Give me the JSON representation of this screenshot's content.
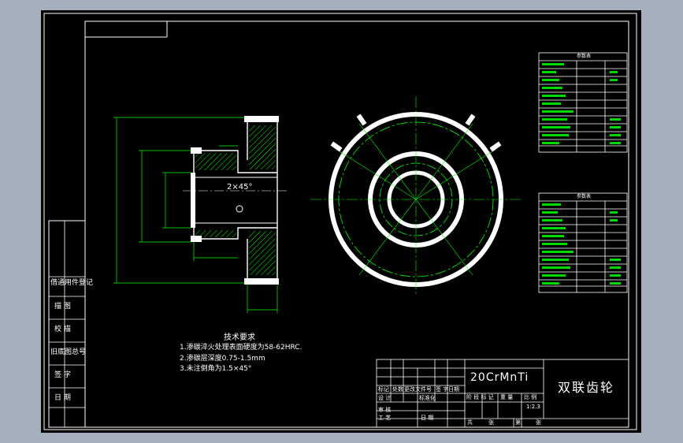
{
  "drawing": {
    "part_name": "双联齿轮",
    "material": "20CrMnTi",
    "chamfer_label": "2×45°",
    "scale": "1:2.3",
    "tech_requirements": {
      "title": "技术要求",
      "items": [
        "1.渗碳淬火处理表面硬度为58-62HRC.",
        "2.渗碳层深度0.75-1.5mm",
        "3.未注倒角为1.5×45°"
      ]
    },
    "side_labels": [
      "借通用件登记",
      "描 图",
      "校 描",
      "旧底图总号",
      "签 字",
      "日 期"
    ],
    "title_block": {
      "row1": [
        "标记",
        "处数",
        "更改文件号",
        "签 字",
        "日期"
      ],
      "row2": [
        "设 计",
        "标准化"
      ],
      "row3": [
        "审 核",
        "工 艺",
        "日 期"
      ],
      "stage_headers": [
        "阶 段 标 记",
        "重 量",
        "比 例"
      ],
      "sheet": [
        "共",
        "张",
        "第",
        "张"
      ]
    },
    "parameter_tables": [
      {
        "header": "参数表",
        "rows": 12
      },
      {
        "header": "参数表",
        "rows": 12
      }
    ]
  }
}
